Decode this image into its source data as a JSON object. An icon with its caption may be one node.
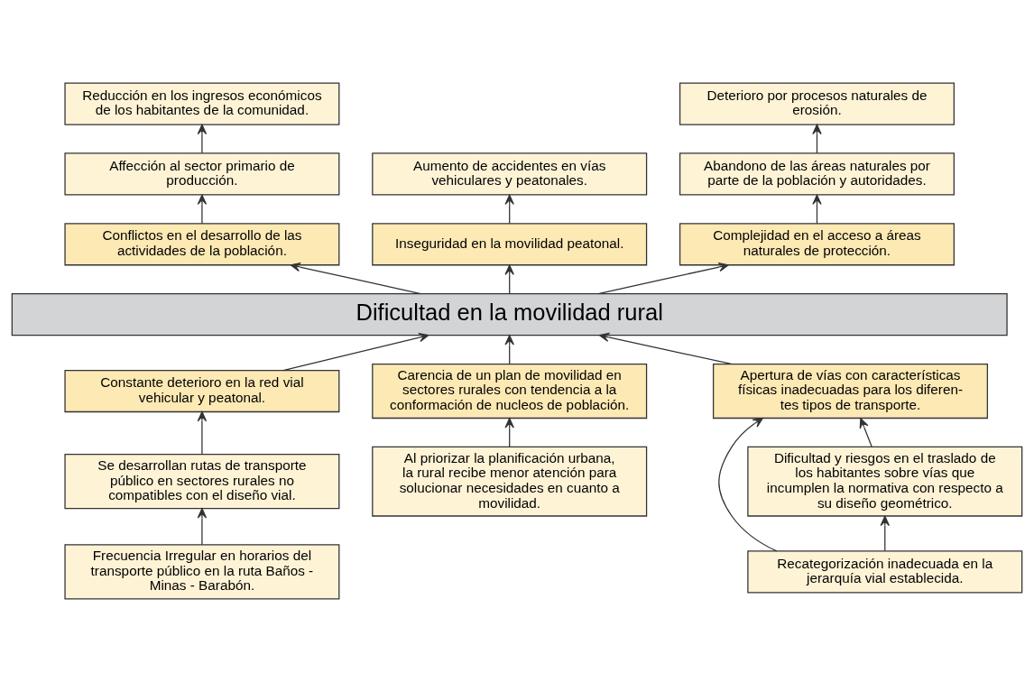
{
  "diagram": {
    "nodes": [
      {
        "text": [
          "Reducción en los ingresos económicos de los habitantes de la comunidad."
        ]
      },
      {
        "text": [
          "Deterioro por procesos naturales de erosión."
        ]
      },
      {
        "text": [
          "Affección al sector primario de producción."
        ]
      },
      {
        "text": [
          "Aumento de accidentes en vías vehiculares y peatonales."
        ]
      },
      {
        "text": [
          "Abandono de las áreas naturales por parte de la población y autoridades."
        ]
      },
      {
        "text": [
          "Conflictos en el desarrollo de las actividades de la población."
        ]
      },
      {
        "text": [
          "Inseguridad en la movilidad peatonal."
        ]
      },
      {
        "text": [
          "Complejidad en el acceso a áreas naturales de protección."
        ]
      },
      {
        "text": [
          "Dificultad en la movilidad rural"
        ]
      },
      {
        "text": [
          "Constante deterioro en la red vial vehicular y peatonal."
        ]
      },
      {
        "text": [
          "Carencia de un plan de movilidad en sectores rurales con tendencia a la conformación de nucleos de población."
        ]
      },
      {
        "text": [
          "Apertura de vías con características físicas inadecuadas para los diferen- tes tipos de transporte."
        ]
      },
      {
        "text": [
          "Se desarrollan rutas de transporte público en sectores rurales no compatibles con el diseño vial."
        ]
      },
      {
        "text": [
          "Al priorizar la planificación urbana, la rural recibe menor atención para solucionar necesidades en cuanto a movilidad."
        ]
      },
      {
        "text": [
          "Dificultad y riesgos en el traslado de los habitantes sobre vías que incumplen la normativa con respecto a su diseño geométrico."
        ]
      },
      {
        "text": [
          "Frecuencia Irregular en horarios del transporte público en la ruta Baños - Minas - Barabón."
        ]
      },
      {
        "text": [
          "Recategorización inadecuada en la jerarquía vial establecida."
        ]
      }
    ],
    "edges": [
      {
        "from": 2,
        "to": 0,
        "arrow": "to"
      },
      {
        "from": 5,
        "to": 2,
        "arrow": "to"
      },
      {
        "from": 4,
        "to": 1,
        "arrow": "to"
      },
      {
        "from": 7,
        "to": 4,
        "arrow": "to"
      },
      {
        "from": 6,
        "to": 3,
        "arrow": "to"
      },
      {
        "from": 8,
        "to": 5,
        "arrow": "to"
      },
      {
        "from": 8,
        "to": 6,
        "arrow": "to"
      },
      {
        "from": 8,
        "to": 7,
        "arrow": "to"
      },
      {
        "from": 9,
        "to": 8,
        "arrow": "to"
      },
      {
        "from": 10,
        "to": 8,
        "arrow": "to"
      },
      {
        "from": 11,
        "to": 8,
        "arrow": "to"
      },
      {
        "from": 12,
        "to": 9,
        "arrow": "to"
      },
      {
        "from": 15,
        "to": 12,
        "arrow": "to"
      },
      {
        "from": 13,
        "to": 10,
        "arrow": "to"
      },
      {
        "from": 14,
        "to": 11,
        "arrow": "to"
      },
      {
        "from": 16,
        "to": 14,
        "arrow": "to"
      },
      {
        "from": 16,
        "to": 11,
        "arrow": "to"
      }
    ]
  }
}
